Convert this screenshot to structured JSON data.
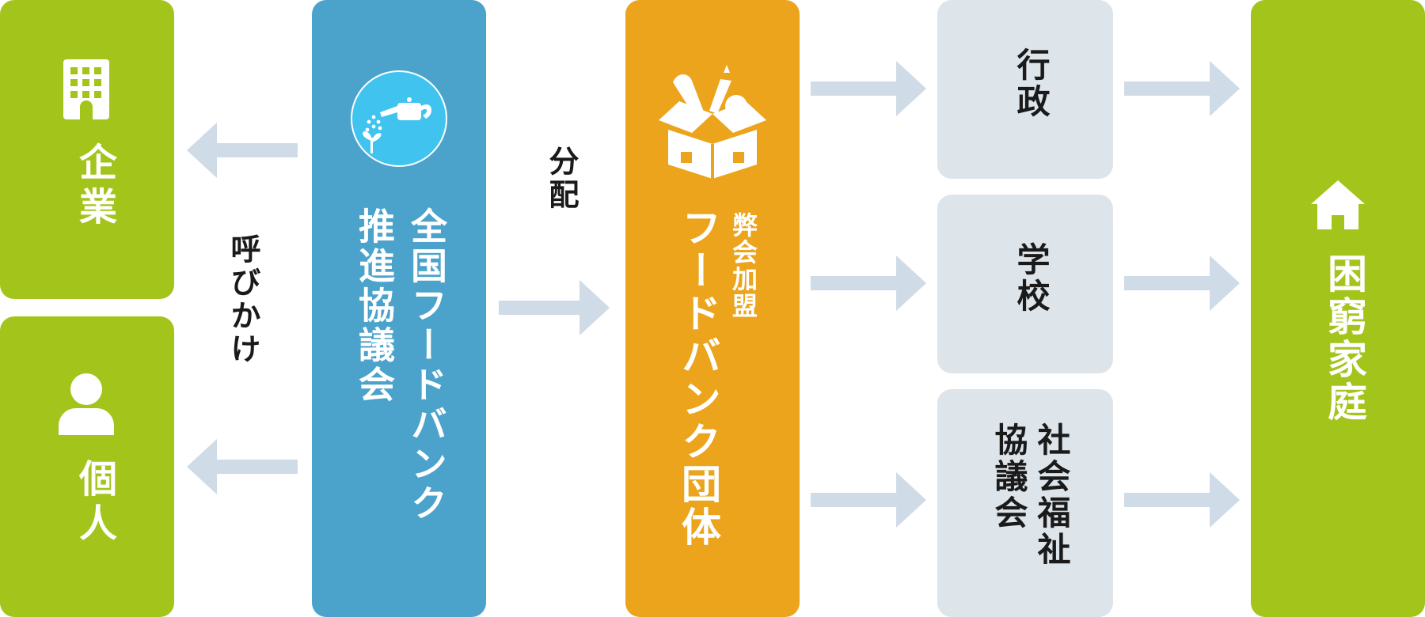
{
  "sources": {
    "company": {
      "label": "企業",
      "icon": "building-icon"
    },
    "individual": {
      "label": "個人",
      "icon": "person-icon"
    }
  },
  "call_label": "呼びかけ",
  "national": {
    "label_line1": "全国フードバンク",
    "label_line2": "推進協議会",
    "icon": "watering-can-sprout-icon"
  },
  "distribute_label": "分配",
  "member": {
    "label_small": "弊会加盟",
    "label_main": "フードバンク団体",
    "icon": "food-box-icon"
  },
  "destinations": [
    {
      "label": "行政"
    },
    {
      "label": "学校"
    },
    {
      "label_line1": "社会福祉",
      "label_line2": "協議会"
    }
  ],
  "final": {
    "label": "困窮家庭",
    "icon": "house-icon"
  },
  "colors": {
    "green": "#a3c41b",
    "blue": "#4ba3cb",
    "orange": "#eba41c",
    "gray_box": "#dde4ea",
    "arrow": "#cfdbe6"
  }
}
